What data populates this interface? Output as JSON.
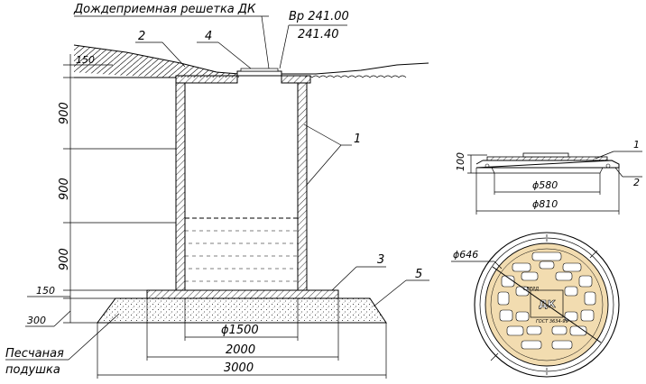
{
  "title_label": "Дождеприемная решетка  ДК",
  "elevation_top": "Вр 241.00",
  "elevation_bottom": "241.40",
  "callouts": {
    "c1": "1",
    "c2": "2",
    "c3": "3",
    "c4": "4",
    "c5": "5"
  },
  "dim_top_layer": "150",
  "dim_ring_1": "900",
  "dim_ring_2": "900",
  "dim_ring_3": "900",
  "dim_base_slab": "150",
  "dim_cushion": "300",
  "dim_diameter_inner": "ϕ1500",
  "dim_slab_width": "2000",
  "dim_cushion_width": "3000",
  "cushion_label_line1": "Песчаная",
  "cushion_label_line2": "подушка",
  "grate_side": {
    "height": "100",
    "diameter_inner": "ϕ580",
    "diameter_outer": "ϕ810",
    "callout_1": "1",
    "callout_2": "2"
  },
  "grate_plan": {
    "diameter": "ϕ646",
    "logo_text": "ДК",
    "stamp_small": "СВЕРД",
    "stamp_gost": "ГОСТ 3634-99"
  },
  "colors": {
    "ink": "#000000",
    "grate_fill": "#f2dcb0",
    "water": "#000000"
  }
}
